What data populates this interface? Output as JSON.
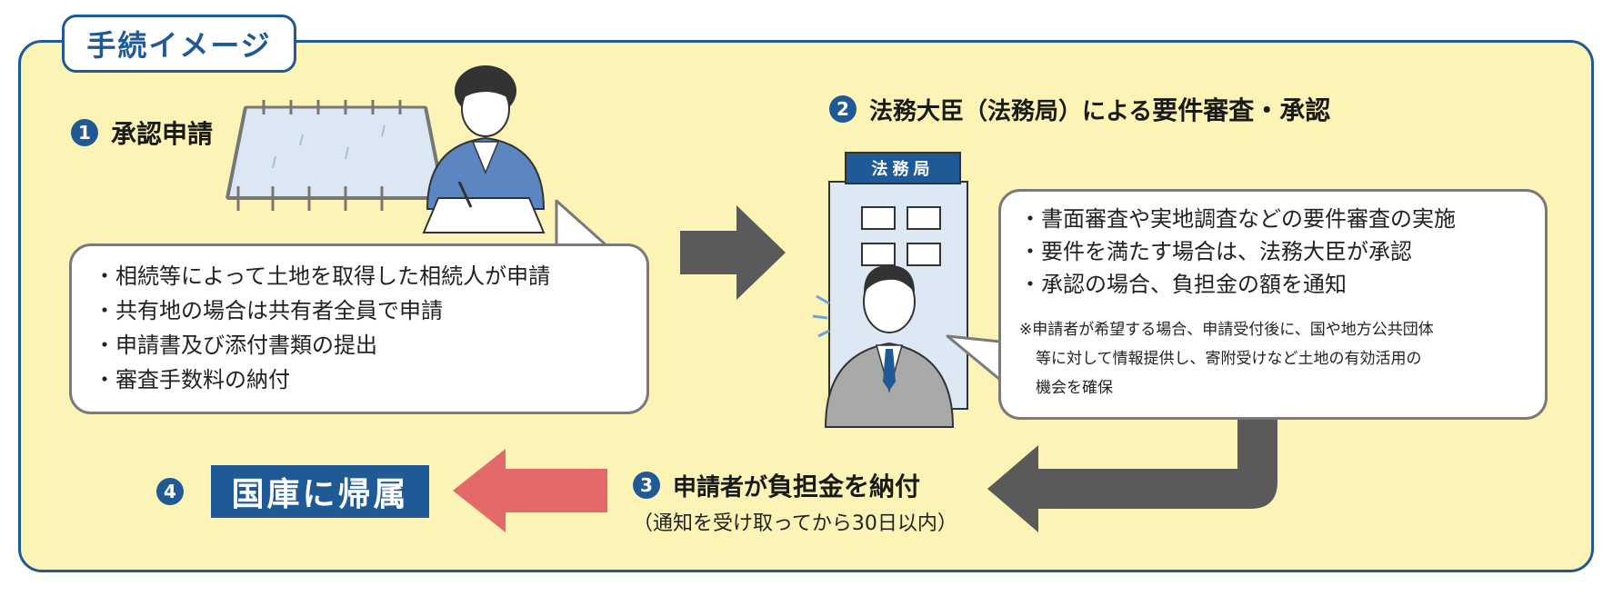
{
  "tab_label": "手続イメージ",
  "step1": {
    "number": "1",
    "title": "承認申請",
    "bullets": [
      "・相続等によって土地を取得した相続人が申請",
      "・共有地の場合は共有者全員で申請",
      "・申請書及び添付書類の提出",
      "・審査手数料の納付"
    ]
  },
  "step2": {
    "number": "2",
    "title_part1": "法務大臣（法務局）による",
    "title_part2": "要件審査・承認",
    "building_sign": "法務局",
    "bullets": [
      "・書面審査や実地調査などの要件審査の実施",
      "・要件を満たす場合は、法務大臣が承認",
      "・承認の場合、負担金の額を通知"
    ],
    "note_lines": [
      "※申請者が希望する場合、申請受付後に、国や地方公共団体",
      "等に対して情報提供し、寄附受けなど土地の有効活用の",
      "機会を確保"
    ]
  },
  "step3": {
    "number": "3",
    "title_part1": "申請者が",
    "title_part2": "負担金を納付",
    "subtitle": "（通知を受け取ってから30日以内）"
  },
  "step4": {
    "number": "4",
    "title": "国庫に帰属"
  },
  "colors": {
    "panel_bg": "#fcf4b6",
    "accent_blue": "#1f5a96",
    "arrow_gray": "#5a5a5a",
    "arrow_red": "#e46a6a"
  }
}
